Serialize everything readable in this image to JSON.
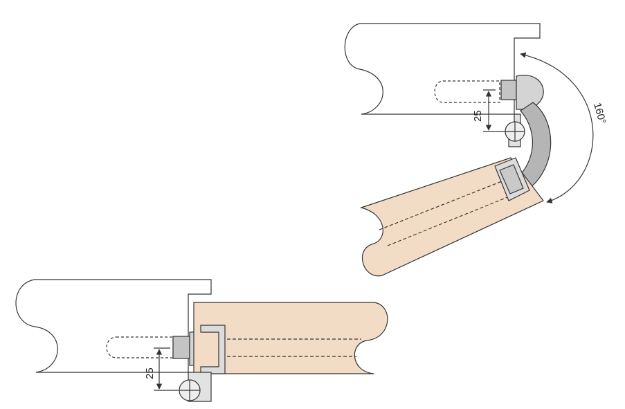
{
  "top_view": {
    "dimension_label": "25",
    "angle_label": "160°"
  },
  "bottom_view": {
    "dimension_label": "25"
  },
  "colors": {
    "line": "#333333",
    "door_panel": "#f3dcc6",
    "hinge_light": "#d6d6d6",
    "hinge_dark": "#aeaeae",
    "screw": "#eeeeee"
  }
}
